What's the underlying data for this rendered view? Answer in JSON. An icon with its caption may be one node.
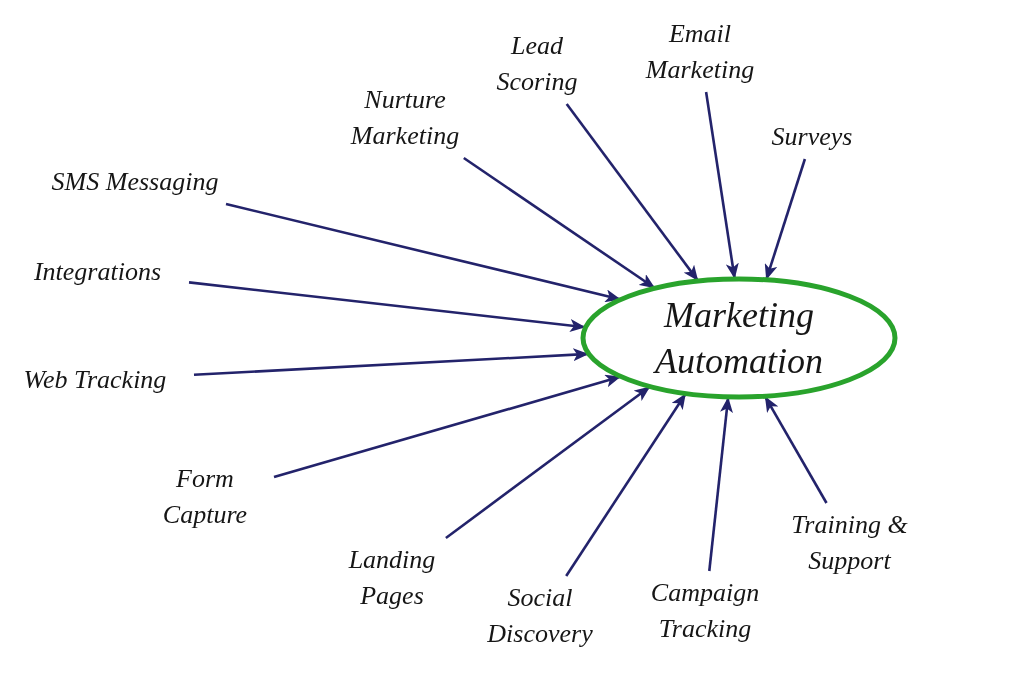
{
  "diagram": {
    "nodes": [
      {
        "text": [
          "Email Marketing"
        ]
      },
      {
        "text": [
          "Lead Scoring"
        ]
      },
      {
        "text": [
          "Nurture Marketing"
        ]
      },
      {
        "text": [
          "Surveys"
        ]
      },
      {
        "text": [
          "SMS Messaging"
        ]
      },
      {
        "text": [
          "Integrations"
        ]
      },
      {
        "text": [
          "Marketing Automation"
        ]
      },
      {
        "text": [
          "Web Tracking"
        ]
      },
      {
        "text": [
          "Form Capture"
        ]
      },
      {
        "text": [
          "Training & Support"
        ]
      },
      {
        "text": [
          "Landing Pages"
        ]
      },
      {
        "text": [
          "Social Discovery"
        ]
      },
      {
        "text": [
          "Campaign Tracking"
        ]
      }
    ],
    "edges": [
      {
        "from": 0,
        "to": 6,
        "arrow": "to"
      },
      {
        "from": 1,
        "to": 6,
        "arrow": "to"
      },
      {
        "from": 2,
        "to": 6,
        "arrow": "to"
      },
      {
        "from": 3,
        "to": 6,
        "arrow": "to"
      },
      {
        "from": 4,
        "to": 6,
        "arrow": "to"
      },
      {
        "from": 5,
        "to": 6,
        "arrow": "to"
      },
      {
        "from": 7,
        "to": 6,
        "arrow": "to"
      },
      {
        "from": 8,
        "to": 6,
        "arrow": "to"
      },
      {
        "from": 9,
        "to": 6,
        "arrow": "to"
      },
      {
        "from": 10,
        "to": 6,
        "arrow": "to"
      },
      {
        "from": 11,
        "to": 6,
        "arrow": "to"
      },
      {
        "from": 12,
        "to": 6,
        "arrow": "to"
      }
    ]
  }
}
